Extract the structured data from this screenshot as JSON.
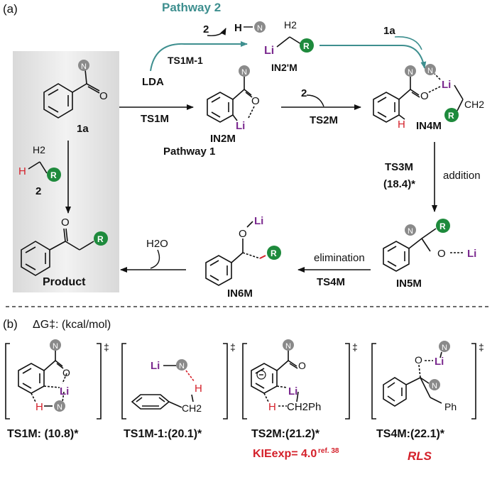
{
  "panel_a": {
    "label": "(a)",
    "pathway2": "Pathway 2",
    "pathway1": "Pathway 1",
    "lda": "LDA",
    "two": "2",
    "one_a": "1a",
    "hn": "H",
    "ts1m1": "TS1M-1",
    "in2p": "IN2'M",
    "ts1m": "TS1M",
    "in2m": "IN2M",
    "ts2m": "TS2M",
    "in4m": "IN4M",
    "ts3m": "TS3M",
    "ts3m_val": "(18.4)*",
    "addition": "addition",
    "elimination": "elimination",
    "ts4m": "TS4M",
    "in5m": "IN5M",
    "in6m": "IN6M",
    "h2o": "H2O",
    "product": "Product",
    "n": "N",
    "r": "R",
    "li": "Li",
    "h": "H",
    "h2": "H2",
    "o": "O",
    "ch2": "CH2"
  },
  "panel_b": {
    "label": "(b)",
    "dg": "ΔG‡: (kcal/mol)",
    "dagger": "‡",
    "ts1m_lab": "TS1M: (10.8)*",
    "ts1m1_lab": "TS1M-1:(20.1)*",
    "ts2m_lab": "TS2M:(21.2)*",
    "ts4m_lab": "TS4M:(22.1)*",
    "kie": "KIEexp= 4.0",
    "ref": "ref. 38",
    "rls": "RLS",
    "ph": "Ph",
    "ch2ph": "CH2Ph"
  },
  "colors": {
    "teal": "#3e8f8f",
    "green": "#1e8a3c",
    "grey_circle": "#8a8a8a",
    "red": "#d4202a",
    "purple": "#7b2a8f",
    "box": "#e6e6e6"
  }
}
